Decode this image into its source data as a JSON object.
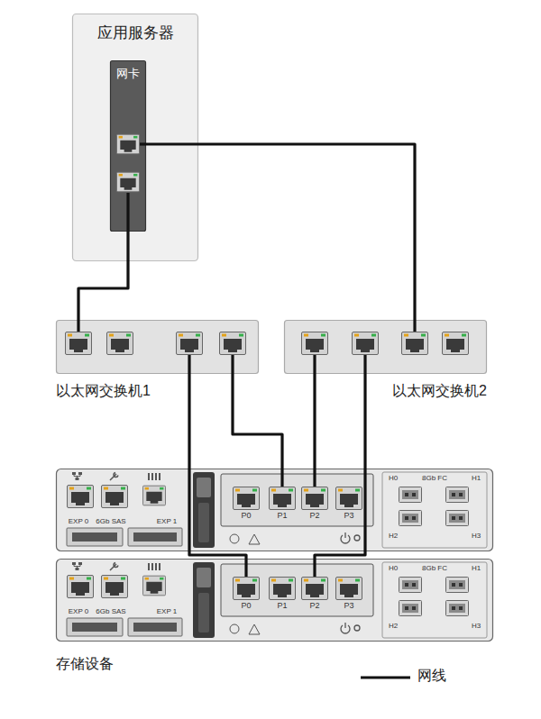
{
  "diagram": {
    "nodes": [
      {
        "text": [
          "应用服务器"
        ]
      },
      {
        "text": [
          "网卡"
        ],
        "in": 0
      },
      {
        "text": [
          "以太网交换机1"
        ]
      },
      {
        "text": [
          "以太网交换机2"
        ]
      },
      {
        "text": [
          "存储设备"
        ]
      },
      {
        "text": [
          "EXP 0",
          "6Gb SAS",
          "EXP 1",
          "P0",
          "P1",
          "P2",
          "P3",
          "H0",
          "8Gb FC",
          "H1",
          "H2",
          "H3"
        ],
        "in": 4
      },
      {
        "text": [
          "EXP 0",
          "6Gb SAS",
          "EXP 1",
          "P0",
          "P1",
          "P2",
          "P3",
          "H0",
          "8Gb FC",
          "H1",
          "H2",
          "H3"
        ],
        "in": 4
      }
    ],
    "edges": [
      {
        "from": 1,
        "to": 2,
        "arrow": "none"
      },
      {
        "from": 1,
        "to": 3,
        "arrow": "none"
      },
      {
        "from": 2,
        "to": 5,
        "arrow": "none"
      },
      {
        "from": 2,
        "to": 6,
        "arrow": "none"
      },
      {
        "from": 3,
        "to": 5,
        "arrow": "none"
      },
      {
        "from": 3,
        "to": 6,
        "arrow": "none"
      }
    ],
    "legend": [
      {
        "text": "网线"
      }
    ]
  }
}
